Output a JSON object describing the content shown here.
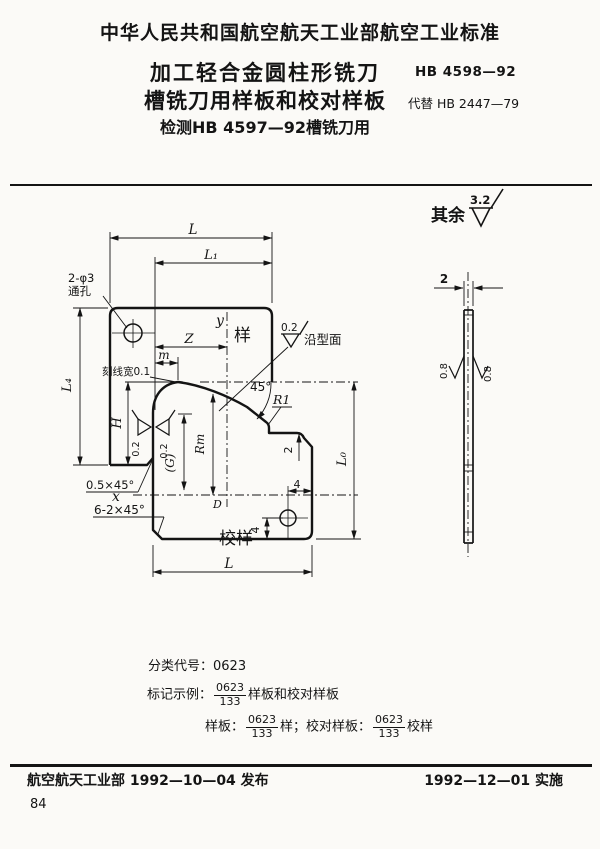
{
  "header": {
    "org_line": "中华人民共和国航空航天工业部航空工业标准",
    "title_line1": "加工轻合金圆柱形铣刀",
    "title_line2": "槽铣刀用样板和校对样板",
    "subtitle": "检测HB 4597—92槽铣刀用",
    "standard_no": "HB 4598—92",
    "replaces": "代替 HB 2447—79"
  },
  "drawing": {
    "general_note": "其余",
    "general_roughness": "3.2",
    "front_view": {
      "dim_L_top": "L",
      "dim_L1": "L₁",
      "dim_Z": "Z",
      "dim_m": "m",
      "dim_H": "H",
      "dim_G": "(G)",
      "dim_Rm": "Rm",
      "dim_L4": "L₄",
      "dim_L0": "L₀",
      "dim_L_bottom": "L",
      "dim_D": "D",
      "axis_x": "x",
      "axis_y": "y",
      "angle": "45°",
      "radius": "R1",
      "notch_depth": "2",
      "hole_offset_x": "4",
      "hole_offset_y": "4",
      "holes_note_line1": "2-φ3",
      "holes_note_line2": "通孔",
      "engraving_note": "刻线宽0.1",
      "profile_roughness": "0.2",
      "profile_surface_note": "沿型面",
      "edge_roughness_left": "0.2",
      "edge_roughness_right": "0.2",
      "chamfer_note_1": "0.5×45°",
      "chamfer_note_2": "6-2×45°",
      "template_label": "样",
      "check_template_label": "校样"
    },
    "side_view": {
      "thickness": "2",
      "face_roughness_left": "0.8",
      "face_roughness_right": "0.8"
    }
  },
  "notes": {
    "class_code_label": "分类代号：0623",
    "marking_example_prefix": "标记示例：",
    "fraction_numerator": "0623",
    "fraction_denominator": "133",
    "marking_example_suffix": "样板和校对样板",
    "marking_template_prefix": "样板：",
    "marking_template_suffix": "样；校对样板：",
    "marking_check_suffix": "校样"
  },
  "footer": {
    "issued": "航空航天工业部 1992—10—04 发布",
    "implemented": "1992—12—01 实施",
    "page_number": "84"
  }
}
